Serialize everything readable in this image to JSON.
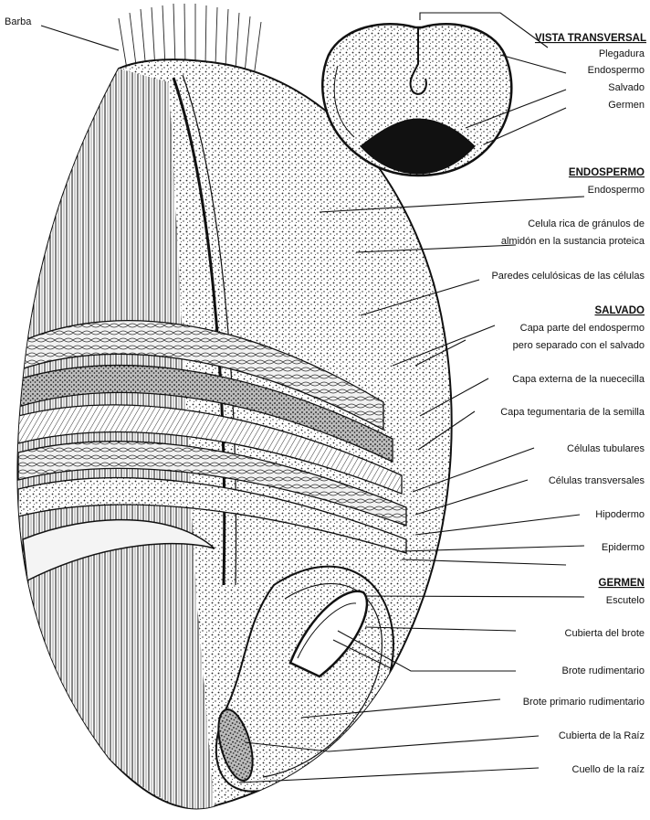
{
  "labels": {
    "barba": "Barba",
    "transversal": {
      "header": "VISTA TRANSVERSAL",
      "plegadura": "Plegadura",
      "endospermo": "Endospermo",
      "salvado": "Salvado",
      "germen": "Germen"
    },
    "endospermo": {
      "header": "ENDOSPERMO",
      "endospermo": "Endospermo",
      "celula_line1": "Celula rica de gránulos de",
      "celula_line2": "almidón en la sustancia proteica",
      "paredes": "Paredes celulósicas de las células"
    },
    "salvado": {
      "header": "SALVADO",
      "capa_parte_line1": "Capa parte del endospermo",
      "capa_parte_line2": "pero separado con el salvado",
      "capa_externa": "Capa externa de la nuececilla",
      "capa_tegumentaria": "Capa tegumentaria de la semilla",
      "celulas_tubulares": "Células tubulares",
      "celulas_transversales": "Células transversales",
      "hipodermo": "Hipodermo",
      "epidermo": "Epidermo"
    },
    "germen": {
      "header": "GERMEN",
      "escutelo": "Escutelo",
      "cubierta_brote": "Cubierta del brote",
      "brote_rudimentario": "Brote rudimentario",
      "brote_primario": "Brote primario rudimentario",
      "cubierta_raiz": "Cubierta de la Raíz",
      "cuello_raiz": "Cuello de la raíz"
    }
  }
}
